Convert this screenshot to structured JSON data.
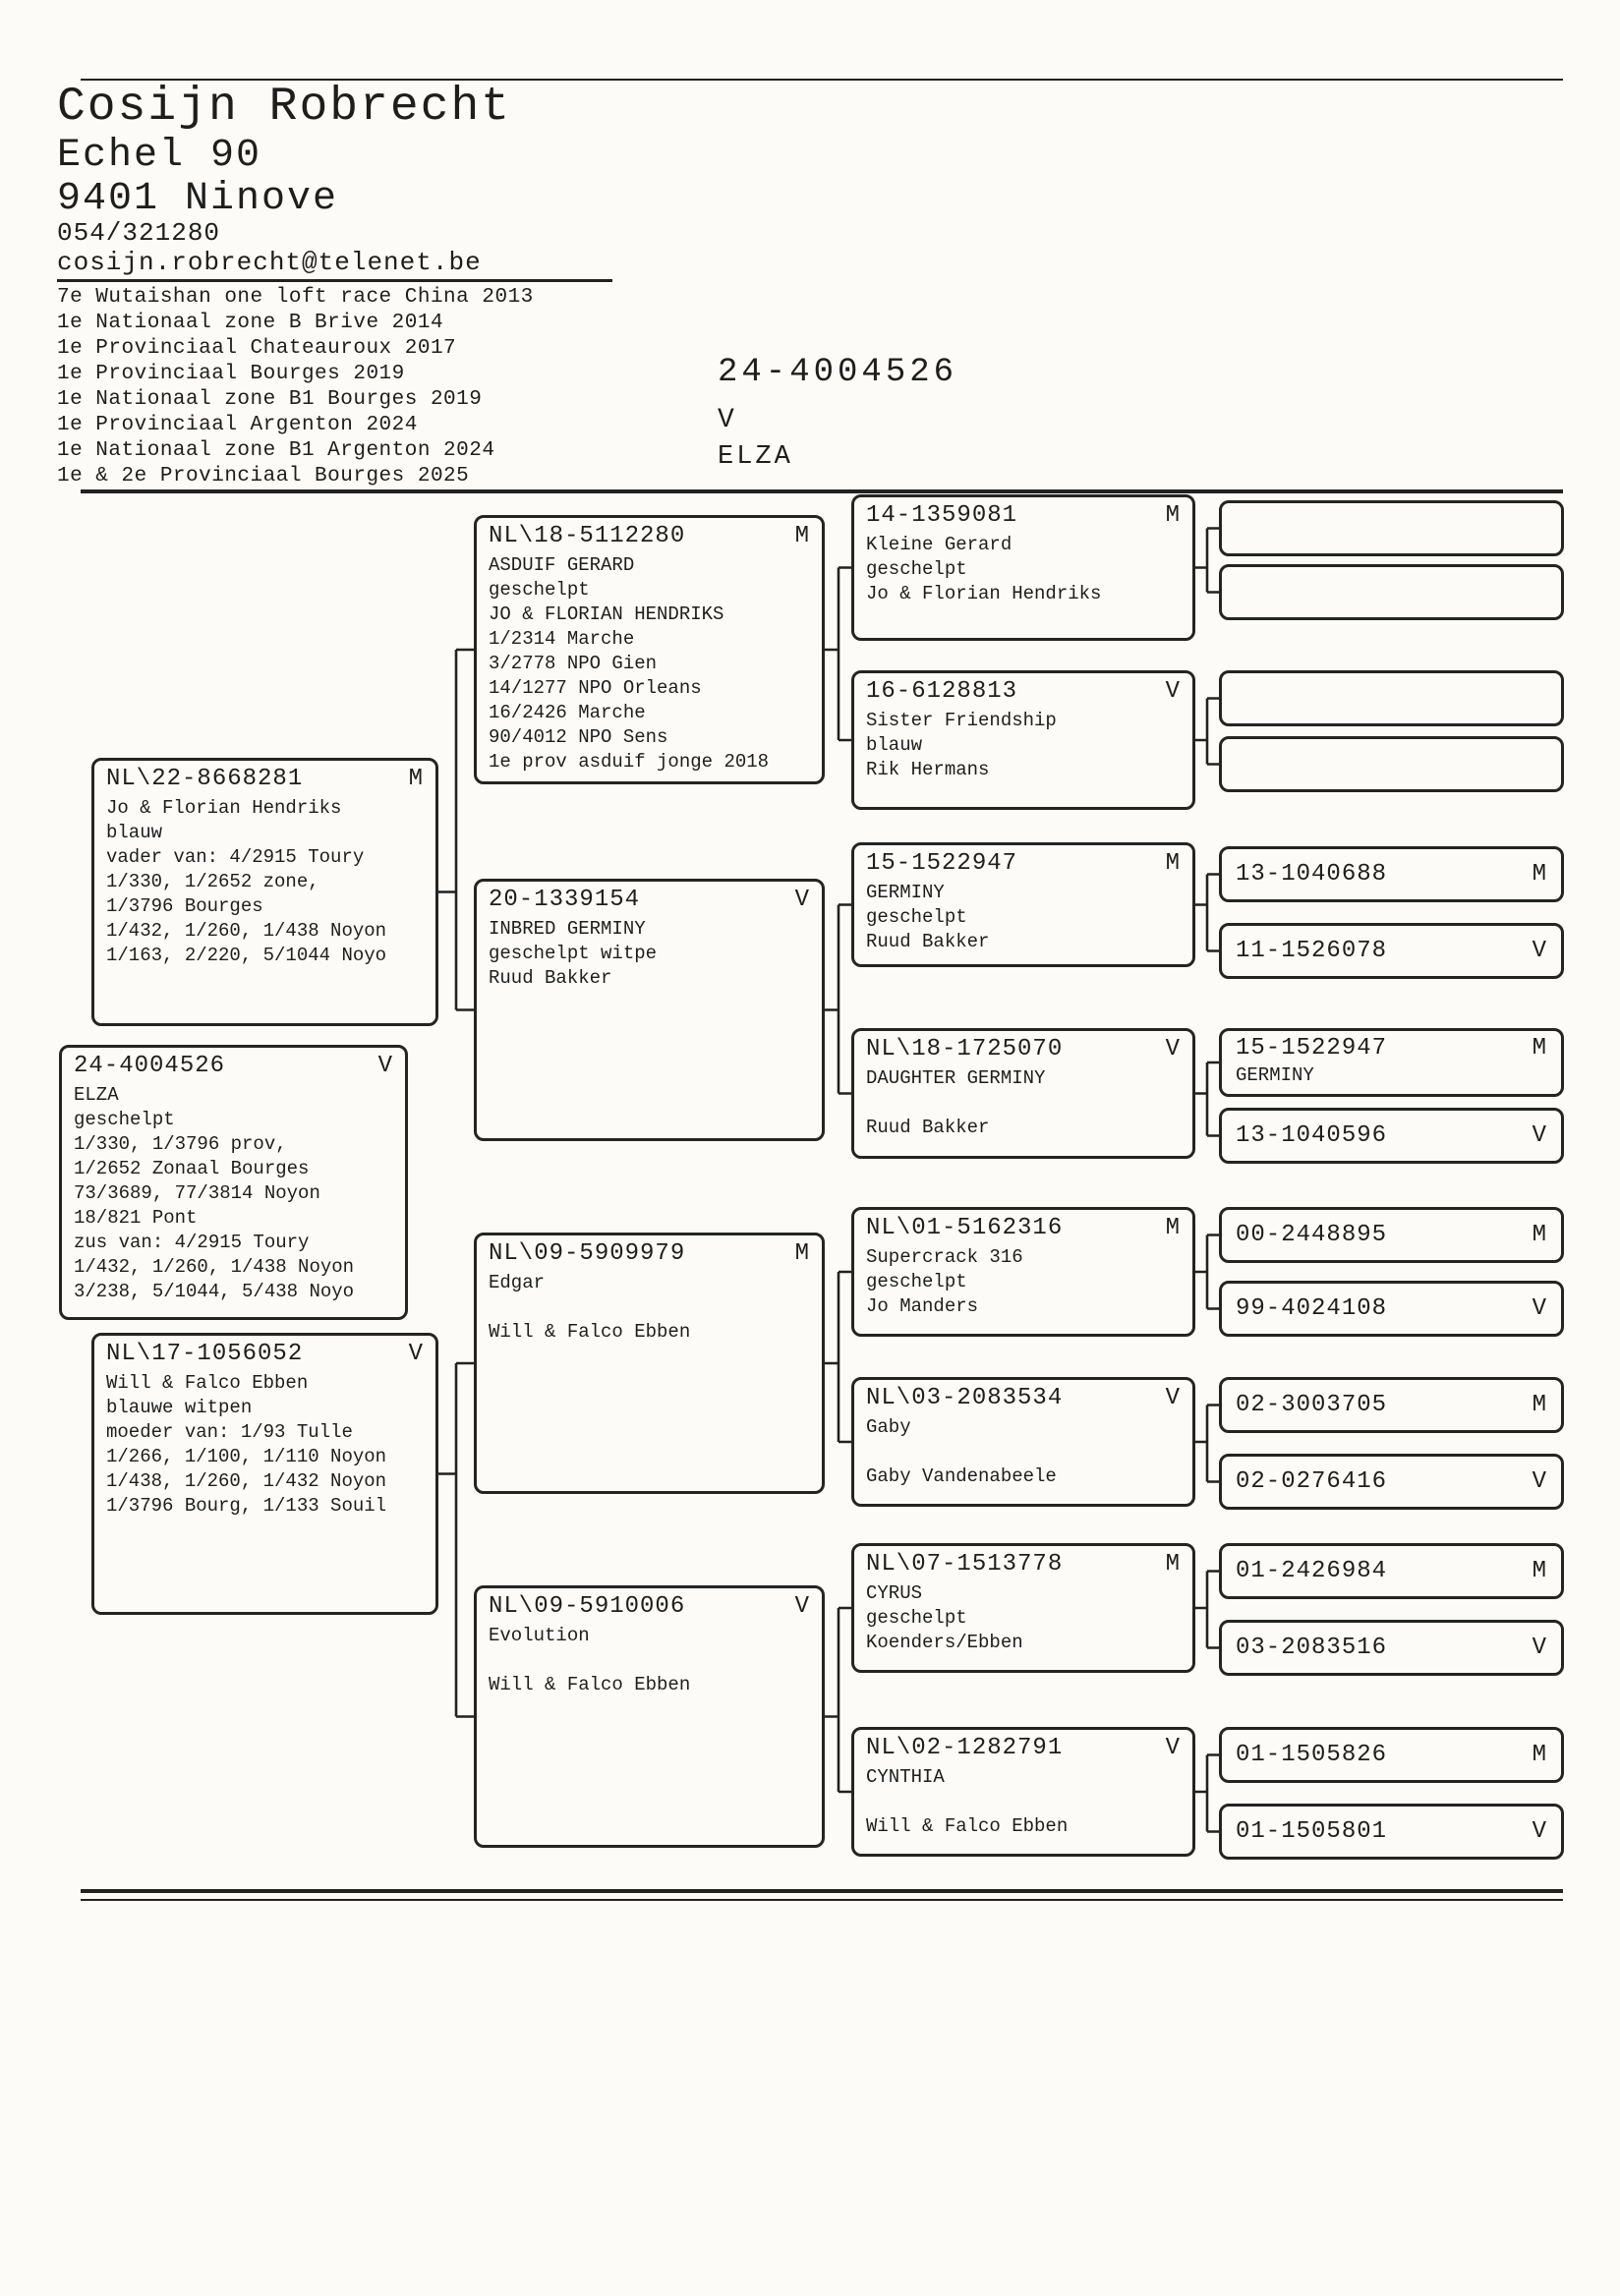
{
  "colors": {
    "ink": "#1e1e1c",
    "paper": "#fcfbf7"
  },
  "breeder": {
    "name": "Cosijn Robrecht",
    "street": "Echel 90",
    "city": "9401 Ninove",
    "phone": "054/321280",
    "email": "cosijn.robrecht@telenet.be"
  },
  "achievements": [
    "7e Wutaishan one loft race China 2013",
    "1e Nationaal zone B Brive 2014",
    "1e Provinciaal Chateauroux 2017",
    "1e Provinciaal Bourges 2019",
    "1e Nationaal zone B1 Bourges 2019",
    "1e Provinciaal Argenton 2024",
    "1e Nationaal zone B1 Argenton 2024",
    "1e & 2e Provinciaal Bourges 2025"
  ],
  "bird": {
    "ring": "24-4004526",
    "sex": "V",
    "name": "ELZA"
  },
  "pedigree": {
    "subject": {
      "ring": "24-4004526",
      "sex": "V",
      "body": "ELZA\ngeschelpt\n1/330, 1/3796 prov,\n1/2652 Zonaal Bourges\n73/3689, 77/3814 Noyon\n18/821 Pont\nzus van: 4/2915 Toury\n1/432, 1/260, 1/438 Noyon\n3/238, 5/1044, 5/438 Noyo"
    },
    "gen1": [
      {
        "ring": "NL\\22-8668281",
        "sex": "M",
        "body": "Jo & Florian Hendriks\nblauw\nvader van: 4/2915 Toury\n1/330, 1/2652 zone,\n1/3796 Bourges\n1/432, 1/260, 1/438 Noyon\n1/163, 2/220, 5/1044 Noyo"
      },
      {
        "ring": "NL\\17-1056052",
        "sex": "V",
        "body": "Will & Falco Ebben\nblauwe witpen\nmoeder van: 1/93 Tulle\n1/266, 1/100, 1/110 Noyon\n1/438, 1/260, 1/432 Noyon\n1/3796 Bourg, 1/133 Souil"
      }
    ],
    "gen2": [
      {
        "ring": "NL\\18-5112280",
        "sex": "M",
        "body": "ASDUIF GERARD\ngeschelpt\nJO & FLORIAN HENDRIKS\n1/2314 Marche\n3/2778 NPO Gien\n14/1277 NPO Orleans\n16/2426 Marche\n90/4012 NPO Sens\n1e prov asduif jonge 2018"
      },
      {
        "ring": "20-1339154",
        "sex": "V",
        "body": "INBRED GERMINY\ngeschelpt witpe\nRuud Bakker"
      },
      {
        "ring": "NL\\09-5909979",
        "sex": "M",
        "body": "Edgar\n\nWill & Falco Ebben"
      },
      {
        "ring": "NL\\09-5910006",
        "sex": "V",
        "body": "Evolution\n\nWill & Falco Ebben"
      }
    ],
    "gen3": [
      {
        "ring": "14-1359081",
        "sex": "M",
        "body": "Kleine Gerard\ngeschelpt\nJo & Florian Hendriks"
      },
      {
        "ring": "16-6128813",
        "sex": "V",
        "body": "Sister Friendship\nblauw\nRik Hermans"
      },
      {
        "ring": "15-1522947",
        "sex": "M",
        "body": "GERMINY\ngeschelpt\nRuud Bakker"
      },
      {
        "ring": "NL\\18-1725070",
        "sex": "V",
        "body": "DAUGHTER GERMINY\n\nRuud Bakker"
      },
      {
        "ring": "NL\\01-5162316",
        "sex": "M",
        "body": "Supercrack 316\ngeschelpt\nJo Manders"
      },
      {
        "ring": "NL\\03-2083534",
        "sex": "V",
        "body": "Gaby\n\nGaby Vandenabeele"
      },
      {
        "ring": "NL\\07-1513778",
        "sex": "M",
        "body": "CYRUS\ngeschelpt\nKoenders/Ebben"
      },
      {
        "ring": "NL\\02-1282791",
        "sex": "V",
        "body": "CYNTHIA\n\nWill & Falco Ebben"
      }
    ],
    "gen4": [
      {
        "ring": "",
        "sex": ""
      },
      {
        "ring": "",
        "sex": ""
      },
      {
        "ring": "",
        "sex": ""
      },
      {
        "ring": "",
        "sex": ""
      },
      {
        "ring": "13-1040688",
        "sex": "M"
      },
      {
        "ring": "11-1526078",
        "sex": "V"
      },
      {
        "ring": "15-1522947",
        "sex": "M",
        "name": "GERMINY"
      },
      {
        "ring": "13-1040596",
        "sex": "V"
      },
      {
        "ring": "00-2448895",
        "sex": "M"
      },
      {
        "ring": "99-4024108",
        "sex": "V"
      },
      {
        "ring": "02-3003705",
        "sex": "M"
      },
      {
        "ring": "02-0276416",
        "sex": "V"
      },
      {
        "ring": "01-2426984",
        "sex": "M"
      },
      {
        "ring": "03-2083516",
        "sex": "V"
      },
      {
        "ring": "01-1505826",
        "sex": "M"
      },
      {
        "ring": "01-1505801",
        "sex": "V"
      }
    ]
  }
}
